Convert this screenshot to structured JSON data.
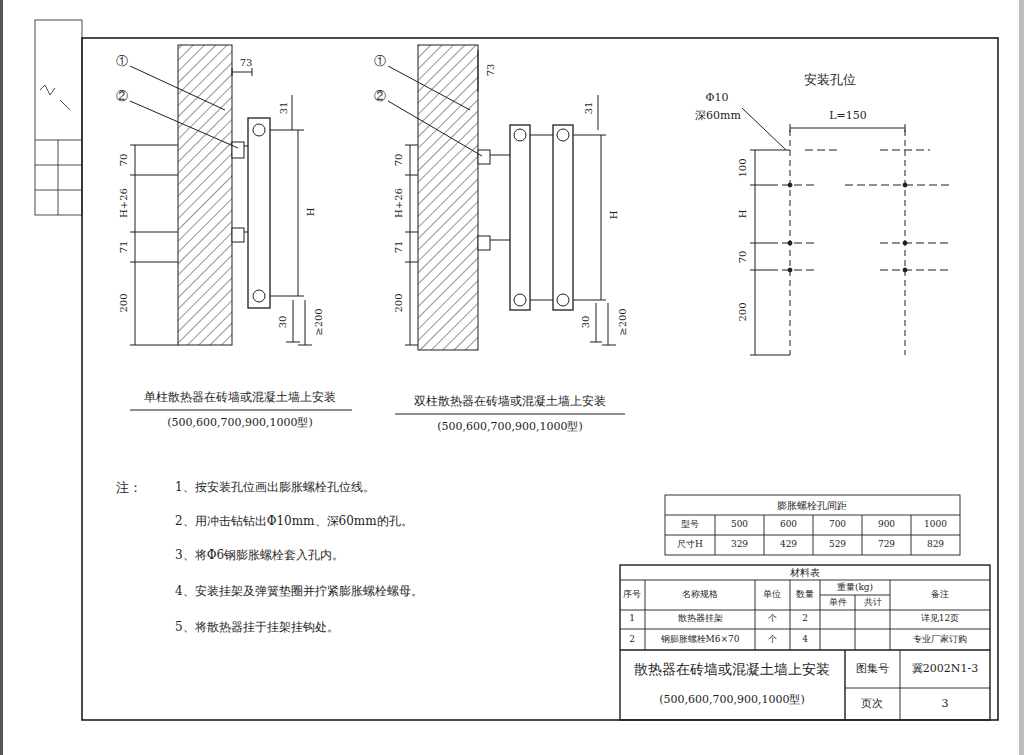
{
  "diagram": {
    "labels": [
      "①",
      "②",
      "73",
      "70",
      "H+26",
      "71",
      "200",
      "31",
      "H",
      "30",
      "≥200",
      "单柱散热器在砖墙或混凝土墙上安装",
      "(500,600,700,900,1000型)",
      "①",
      "②",
      "73",
      "70",
      "H+26",
      "71",
      "200",
      "31",
      "H",
      "30",
      "≥200",
      "双柱散热器在砖墙或混凝土墙上安装",
      "(500,600,700,900,1000型)",
      "安装孔位",
      "Φ10",
      "深60mm",
      "L=150",
      "100",
      "H",
      "70",
      "200",
      "注：",
      "1、按安装孔位画出膨胀螺栓孔位线。",
      "2、用冲击钻钻出Φ10mm、深60mm的孔。",
      "3、将Φ6钢膨胀螺栓套入孔内。",
      "4、安装挂架及弹簧垫圈并拧紧膨胀螺栓螺母。",
      "5、将散热器挂于挂架挂钩处。",
      "膨胀螺栓孔间距",
      "型号",
      "500",
      "600",
      "700",
      "900",
      "1000",
      "尺寸H",
      "329",
      "429",
      "529",
      "729",
      "829",
      "材料表",
      "序号",
      "名称规格",
      "单位",
      "数量",
      "重量(kg)",
      "单件",
      "共计",
      "备注",
      "1",
      "散热器挂架",
      "个",
      "2",
      "详见12页",
      "2",
      "钢膨胀螺栓M6×70",
      "个",
      "4",
      "专业厂家订购",
      "散热器在砖墙或混凝土墙上安装",
      "(500,600,700,900,1000型)",
      "图集号",
      "冀2002N1-3",
      "页次",
      "3"
    ]
  }
}
